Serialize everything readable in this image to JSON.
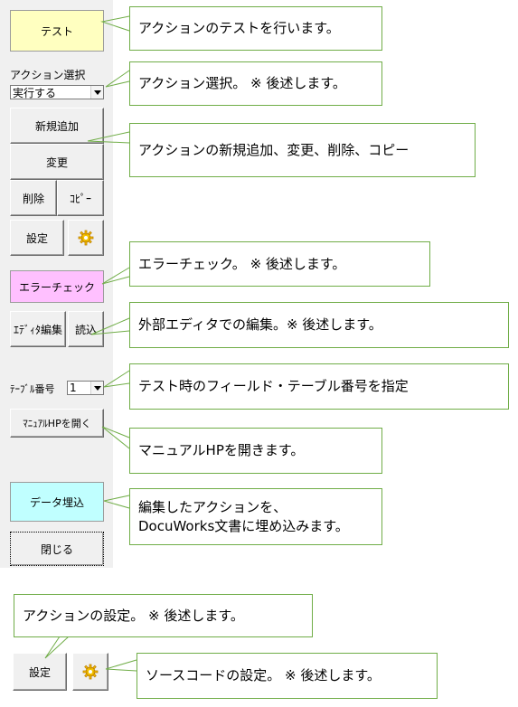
{
  "panel": {
    "test_label": "テスト",
    "action_select_label": "アクション選択",
    "action_select_value": "実行する",
    "new_label": "新規追加",
    "change_label": "変更",
    "delete_label": "削除",
    "copy_label": "ｺﾋﾟｰ",
    "settings_label": "設定",
    "error_check_label": "エラーチェック",
    "editor_edit_label": "ｴﾃﾞｨﾀ編集",
    "read_label": "読込",
    "table_number_label": "ﾃｰﾌﾞﾙ番号",
    "table_number_value": "1",
    "manual_label": "ﾏﾆｭｱﾙHPを開く",
    "data_embed_label": "データ埋込",
    "close_label": "閉じる"
  },
  "bottom": {
    "settings_label": "設定"
  },
  "callouts": {
    "test": "アクションのテストを行います。",
    "action_select": "アクション選択。 ※ 後述します。",
    "new_change": "アクションの新規追加、変更、削除、コピー",
    "error_check": "エラーチェック。 ※ 後述します。",
    "editor": "外部エディタでの編集。※ 後述します。",
    "table_number": "テスト時のフィールド・テーブル番号を指定",
    "manual": "マニュアルHPを開きます。",
    "data_embed_line1": "編集したアクションを、",
    "data_embed_line2": "DocuWorks文書に埋め込みます。",
    "action_settings": "アクションの設定。 ※ 後述します。",
    "source_settings": "ソースコードの設定。 ※ 後述します。"
  },
  "colors": {
    "test_button": "#ffffc0",
    "error_check_button": "#ffc0ff",
    "data_embed_button": "#c0ffff",
    "callout_border": "#70ad47",
    "panel_bg": "#f0f0f0"
  }
}
